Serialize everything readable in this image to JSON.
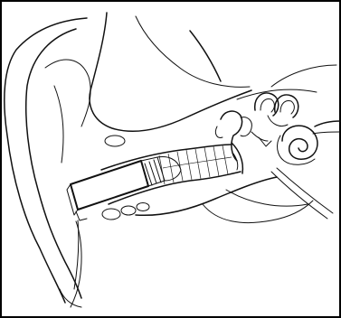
{
  "figure": {
    "title": "",
    "frame_color": "#000000",
    "line_color": "#111111",
    "background": "#ffffff",
    "parts": [
      "outer-ear-pinna",
      "ear-canal",
      "canal-device",
      "eardrum",
      "middle-ear-ossicles",
      "semicircular-canals",
      "cochlea",
      "auditory-nerve",
      "temporal-bone"
    ]
  }
}
